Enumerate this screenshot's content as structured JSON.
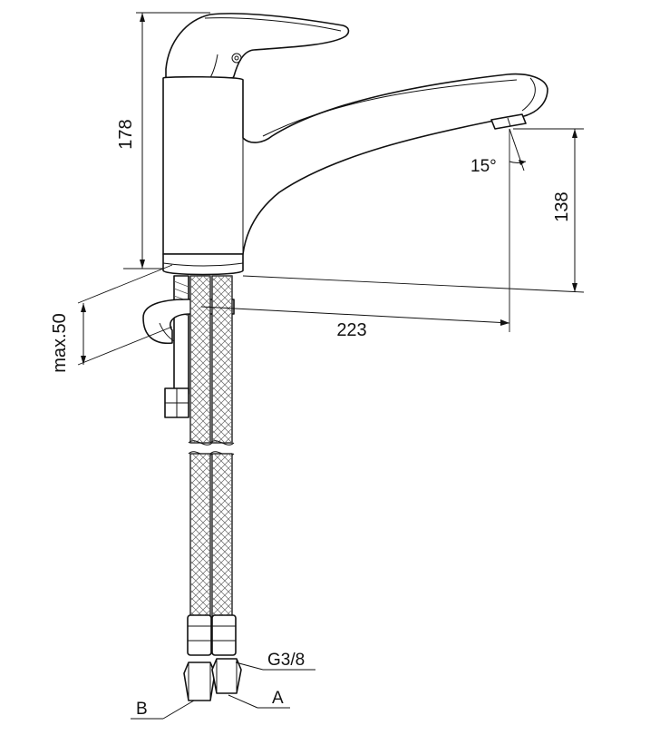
{
  "dimensions": {
    "height_total": "178",
    "spout_height": "138",
    "spout_reach": "223",
    "countertop_max": "max.50",
    "swivel_angle": "15°"
  },
  "labels": {
    "thread": "G3/8",
    "hose_a": "A",
    "hose_b": "B"
  }
}
